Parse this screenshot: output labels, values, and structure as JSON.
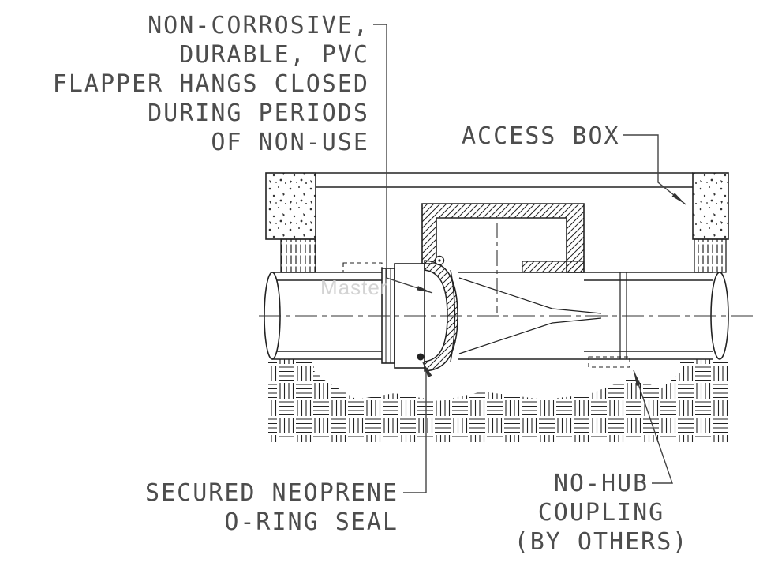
{
  "labels": {
    "flapper_note": [
      "NON-CORROSIVE,",
      "DURABLE, PVC",
      "FLAPPER HANGS CLOSED",
      "DURING PERIODS",
      "OF NON-USE"
    ],
    "access_box": "ACCESS BOX",
    "oring_note": [
      "SECURED NEOPRENE",
      "O-RING SEAL"
    ],
    "nohub_note": [
      "NO-HUB",
      "COUPLING",
      "(BY OTHERS)"
    ]
  },
  "watermark": "Master",
  "colors": {
    "line": "#222222",
    "text": "#4d4d4d",
    "watermark": "#cccccc",
    "background": "#ffffff"
  }
}
